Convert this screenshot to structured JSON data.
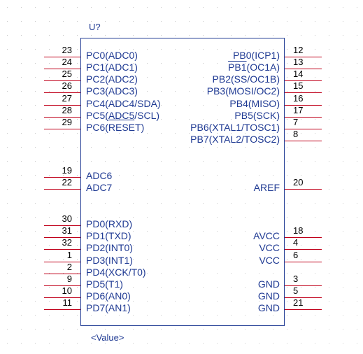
{
  "component": {
    "reference": "U?",
    "value": "<Value>"
  },
  "colors": {
    "body_outline": "#1f3a93",
    "pin_wire": "#c0001a",
    "pin_number": "#000000",
    "pin_name": "#1f3a93",
    "grid_dot": "#c8c8c8"
  },
  "left_pins": [
    {
      "number": "23",
      "name": "PC0(ADC0)"
    },
    {
      "number": "24",
      "name": "PC1(ADC1)"
    },
    {
      "number": "25",
      "name": "PC2(ADC2)"
    },
    {
      "number": "26",
      "name": "PC3(ADC3)"
    },
    {
      "number": "27",
      "name": "PC4(ADC4/SDA)"
    },
    {
      "number": "28",
      "name": "PC5(ADC5/SCL)"
    },
    {
      "number": "29",
      "name": "PC6(RESET)"
    },
    {
      "number": "19",
      "name": "ADC6"
    },
    {
      "number": "22",
      "name": "ADC7"
    },
    {
      "number": "30",
      "name": "PD0(RXD)"
    },
    {
      "number": "31",
      "name": "PD1(TXD)"
    },
    {
      "number": "32",
      "name": "PD2(INT0)"
    },
    {
      "number": "1",
      "name": "PD3(INT1)"
    },
    {
      "number": "2",
      "name": "PD4(XCK/T0)"
    },
    {
      "number": "9",
      "name": "PD5(T1)"
    },
    {
      "number": "10",
      "name": "PD6(AN0)"
    },
    {
      "number": "11",
      "name": "PD7(AN1)"
    }
  ],
  "right_pins": [
    {
      "number": "12",
      "name": "PB0(ICP1)"
    },
    {
      "number": "13",
      "name": "PB1(OC1A)"
    },
    {
      "number": "14",
      "name": "PB2(SS/OC1B)"
    },
    {
      "number": "15",
      "name": "PB3(MOSI/OC2)"
    },
    {
      "number": "16",
      "name": "PB4(MISO)"
    },
    {
      "number": "17",
      "name": "PB5(SCK)"
    },
    {
      "number": "7",
      "name": "PB6(XTAL1/TOSC1)"
    },
    {
      "number": "8",
      "name": "PB7(XTAL2/TOSC2)"
    },
    {
      "number": "20",
      "name": "AREF"
    },
    {
      "number": "18",
      "name": "AVCC"
    },
    {
      "number": "4",
      "name": "VCC"
    },
    {
      "number": "6",
      "name": "VCC"
    },
    {
      "number": "3",
      "name": "GND"
    },
    {
      "number": "5",
      "name": "GND"
    },
    {
      "number": "21",
      "name": "GND"
    }
  ]
}
